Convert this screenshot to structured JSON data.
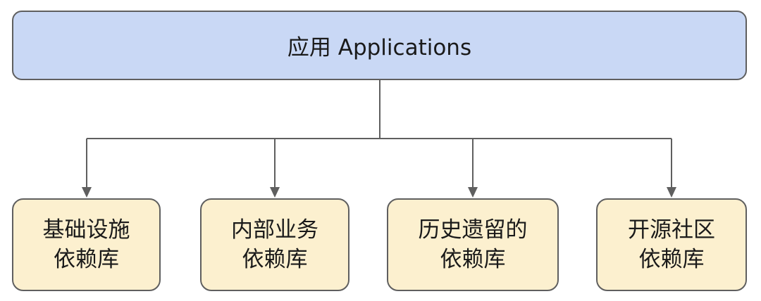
{
  "app": {
    "label": "应用 Applications"
  },
  "dependencies": [
    {
      "line1": "基础设施",
      "line2": "依赖库"
    },
    {
      "line1": "内部业务",
      "line2": "依赖库"
    },
    {
      "line1": "历史遗留的",
      "line2": "依赖库"
    },
    {
      "line1": "开源社区",
      "line2": "依赖库"
    }
  ],
  "colors": {
    "app_fill": "#c9d8f5",
    "dependency_fill": "#fcf0cf",
    "stroke": "#5f5f5f"
  }
}
